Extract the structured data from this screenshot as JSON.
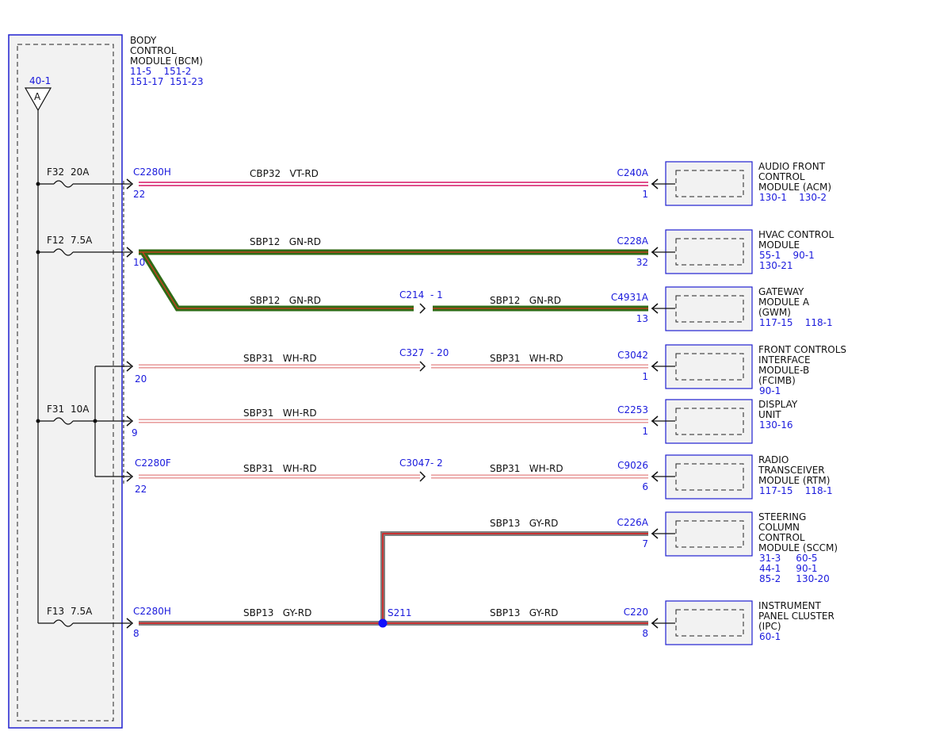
{
  "colors": {
    "blue": "#1a1adc",
    "wire_vt_rd_outer": "#e0508c",
    "wire_gn_rd_outer": "#2f6b16",
    "wire_wh_rd_outer": "#e58f8f",
    "wire_gy_rd_outer": "#7f7f7f",
    "red_tracer": "#e01818",
    "splice": "#1010ff"
  },
  "bcm": {
    "name": [
      "BODY",
      "CONTROL",
      "MODULE (BCM)"
    ],
    "refs": [
      "11-5    151-2",
      "151-17  151-23"
    ],
    "ref_top": "40-1",
    "triangle": "A"
  },
  "fuses": [
    {
      "label": "F32",
      "rating": "20A"
    },
    {
      "label": "F12",
      "rating": "7.5A"
    },
    {
      "label": "F31",
      "rating": "10A"
    },
    {
      "label": "F13",
      "rating": "7.5A"
    }
  ],
  "bcm_connectors": {
    "c1": {
      "id": "C2280H",
      "pin": "22"
    },
    "c2": {
      "pin": "10"
    },
    "c3": {
      "pin": "20"
    },
    "c4": {
      "pin": "9"
    },
    "c5": {
      "id": "C2280F",
      "pin": "22"
    },
    "c6": {
      "id": "C2280H",
      "pin": "8"
    }
  },
  "circuits": {
    "w1": "CBP32   VT-RD",
    "w2": "SBP12   GN-RD",
    "w3a": "SBP12   GN-RD",
    "w3b": "SBP12   GN-RD",
    "w4a": "SBP31   WH-RD",
    "w4b": "SBP31   WH-RD",
    "w5": "SBP31   WH-RD",
    "w6a": "SBP31   WH-RD",
    "w6b": "SBP31   WH-RD",
    "w7": "SBP13   GY-RD",
    "w8a": "SBP13   GY-RD",
    "w8b": "SBP13   GY-RD"
  },
  "inline": {
    "i1": {
      "id": "C214",
      "pin": "- 1"
    },
    "i2": {
      "id": "C327",
      "pin": "- 20"
    },
    "i3": {
      "id": "C3047",
      "pin": "- 2"
    }
  },
  "splice": "S211",
  "modules": [
    {
      "conn": "C240A",
      "pin": "1",
      "name": [
        "AUDIO FRONT",
        "CONTROL",
        "MODULE (ACM)"
      ],
      "refs": [
        "130-1    130-2"
      ]
    },
    {
      "conn": "C228A",
      "pin": "32",
      "name": [
        "HVAC CONTROL",
        "MODULE"
      ],
      "refs": [
        "55-1    90-1",
        "130-21"
      ]
    },
    {
      "conn": "C4931A",
      "pin": "13",
      "name": [
        "GATEWAY",
        "MODULE A",
        "(GWM)"
      ],
      "refs": [
        "117-15    118-1"
      ]
    },
    {
      "conn": "C3042",
      "pin": "1",
      "name": [
        "FRONT CONTROLS",
        "INTERFACE",
        "MODULE-B",
        "(FCIMB)"
      ],
      "refs": [
        "90-1"
      ]
    },
    {
      "conn": "C2253",
      "pin": "1",
      "name": [
        "DISPLAY",
        "UNIT"
      ],
      "refs": [
        "130-16"
      ]
    },
    {
      "conn": "C9026",
      "pin": "6",
      "name": [
        "RADIO",
        "TRANSCEIVER",
        "MODULE (RTM)"
      ],
      "refs": [
        "117-15    118-1"
      ]
    },
    {
      "conn": "C226A",
      "pin": "7",
      "name": [
        "STEERING",
        "COLUMN",
        "CONTROL",
        "MODULE (SCCM)"
      ],
      "refs": [
        "31-3     60-5",
        "44-1     90-1",
        "85-2     130-20"
      ]
    },
    {
      "conn": "C220",
      "pin": "8",
      "name": [
        "INSTRUMENT",
        "PANEL CLUSTER",
        "(IPC)"
      ],
      "refs": [
        "60-1"
      ]
    }
  ]
}
